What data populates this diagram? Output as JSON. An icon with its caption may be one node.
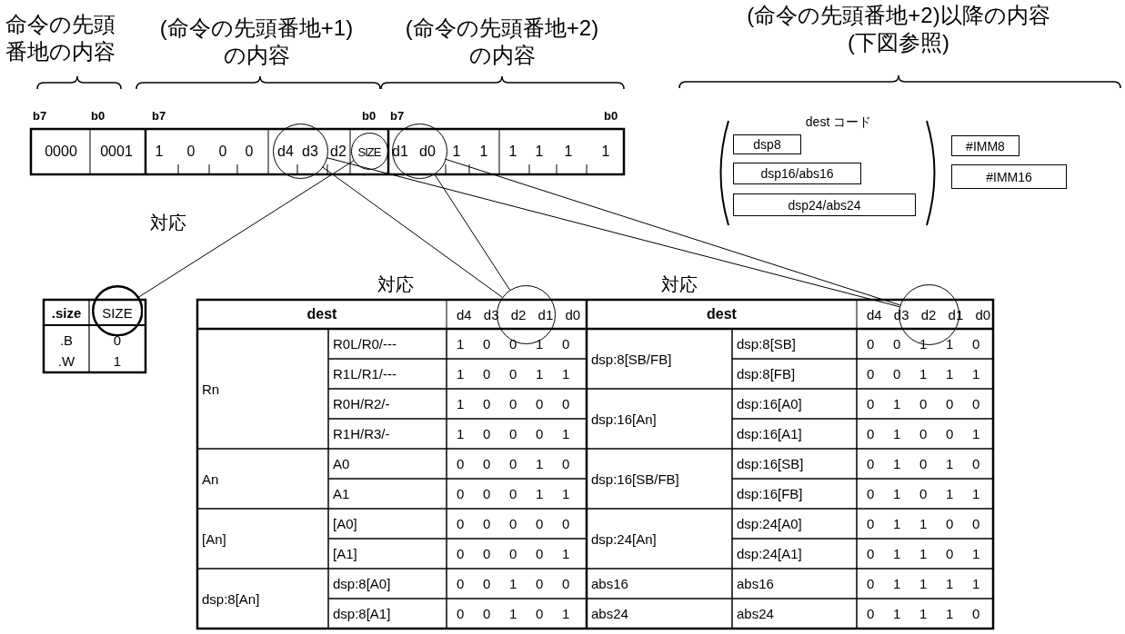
{
  "diagram": {
    "nodes": [
      {
        "text": [],
        "shape": "circle"
      },
      {
        "text": [],
        "shape": "circle"
      },
      {
        "text": [],
        "shape": "circle"
      },
      {
        "text": [
          "dsp8"
        ]
      },
      {
        "text": [
          "dsp16/abs16"
        ]
      },
      {
        "text": [
          "dsp24/abs24"
        ]
      },
      {
        "text": [
          "#IMM8"
        ]
      },
      {
        "text": [
          "#IMM16"
        ]
      },
      {
        "text": [],
        "shape": "circle"
      },
      {
        "text": [],
        "shape": "circle"
      },
      {
        "text": [],
        "shape": "circle"
      }
    ],
    "edges": [
      {
        "from": 1,
        "to": 8,
        "arrow": "none"
      },
      {
        "from": 0,
        "to": 9,
        "arrow": "none"
      },
      {
        "from": 0,
        "to": 10,
        "arrow": "none"
      },
      {
        "from": 2,
        "to": 9,
        "arrow": "none"
      },
      {
        "from": 2,
        "to": 10,
        "arrow": "none"
      }
    ],
    "labels": [
      "命令の先頭番地の内容",
      "(命令の先頭番地+1)の内容",
      "(命令の先頭番地+2)の内容",
      "(命令の先頭番地+2)以降の内容(下図参照)",
      "b7",
      "b0",
      "b7",
      "b0",
      "b7",
      "b0",
      "0000",
      "0001",
      "1",
      "0",
      "0",
      "0",
      "d4",
      "d3",
      "d2",
      "SIZE",
      "d1",
      "d0",
      "1",
      "1",
      "1",
      "1",
      "1",
      "1",
      "dest コード",
      "対応",
      "対応",
      "対応",
      ".size",
      "SIZE",
      ".B",
      "0",
      ".W",
      "1",
      "dest",
      "d4 d3 d2 d1 d0",
      "dest",
      "d4 d3 d2 d1 d0",
      "Rn",
      "R0L/R0/---",
      "1 0 0 1 0",
      "dsp:8[SB/FB]",
      "dsp:8[SB]",
      "0 0 1 1 0",
      "R1L/R1/---",
      "1 0 0 1 1",
      "dsp:8[FB]",
      "0 0 1 1 1",
      "R0H/R2/-",
      "1 0 0 0 0",
      "dsp:16[An]",
      "dsp:16[A0]",
      "0 1 0 0 0",
      "R1H/R3/-",
      "1 0 0 0 1",
      "dsp:16[A1]",
      "0 1 0 0 1",
      "An",
      "A0",
      "0 0 0 1 0",
      "dsp:16[SB/FB]",
      "dsp:16[SB]",
      "0 1 0 1 0",
      "A1",
      "0 0 0 1 1",
      "dsp:16[FB]",
      "0 1 0 1 1",
      "[An]",
      "[A0]",
      "0 0 0 0 0",
      "dsp:24[An]",
      "dsp:24[A0]",
      "0 1 1 0 0",
      "[A1]",
      "0 0 0 0 1",
      "dsp:24[A1]",
      "0 1 1 0 1",
      "dsp:8[An]",
      "dsp:8[A0]",
      "0 0 1 0 0",
      "abs16",
      "abs16",
      "0 1 1 1 1",
      "dsp:8[A1]",
      "0 0 1 0 1",
      "abs24",
      "abs24",
      "0 1 1 1 0"
    ]
  }
}
